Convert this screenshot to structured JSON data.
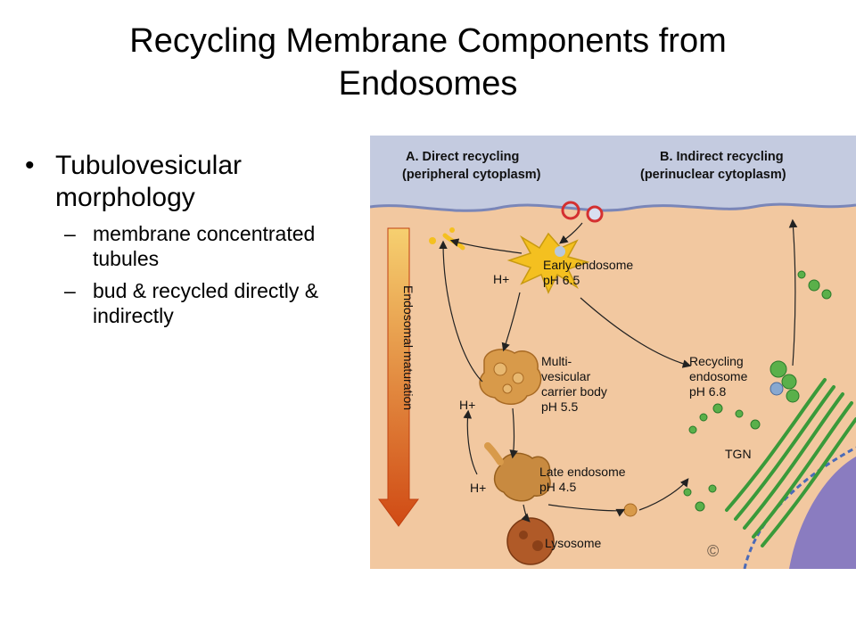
{
  "slide": {
    "title": "Recycling Membrane Components from Endosomes"
  },
  "bullets": [
    {
      "text": "Tubulovesicular morphology",
      "sub": [
        "membrane concentrated tubules",
        "bud & recycled directly & indirectly"
      ]
    }
  ],
  "figure": {
    "header_a_line1": "A. Direct recycling",
    "header_a_line2": "(peripheral cytoplasm)",
    "header_b_line1": "B. Indirect recycling",
    "header_b_line2": "(perinuclear cytoplasm)",
    "maturation_label": "Endosomal maturation",
    "early_endosome": "Early endosome",
    "early_ph": "pH 6.5",
    "mvb_line1": "Multi-",
    "mvb_line2": "vesicular",
    "mvb_line3": "carrier body",
    "mvb_ph": "pH 5.5",
    "late_endosome": "Late endosome",
    "late_ph": "pH 4.5",
    "lysosome": "Lysosome",
    "recycling_line1": "Recycling",
    "recycling_line2": "endosome",
    "recycling_ph": "pH 6.8",
    "tgn": "TGN",
    "proton_label": "H+",
    "colors": {
      "header_band": "#c4cbe0",
      "cytoplasm": "#f2c8a0",
      "endosome_yellow": "#f4c020",
      "mvb_brown": "#d89a4a",
      "lysosome_brown": "#b05a28",
      "tgn_green": "#3a9a3a",
      "arrow_orange": "#d4541a",
      "nucleus_purple": "#8a7cc0"
    }
  }
}
